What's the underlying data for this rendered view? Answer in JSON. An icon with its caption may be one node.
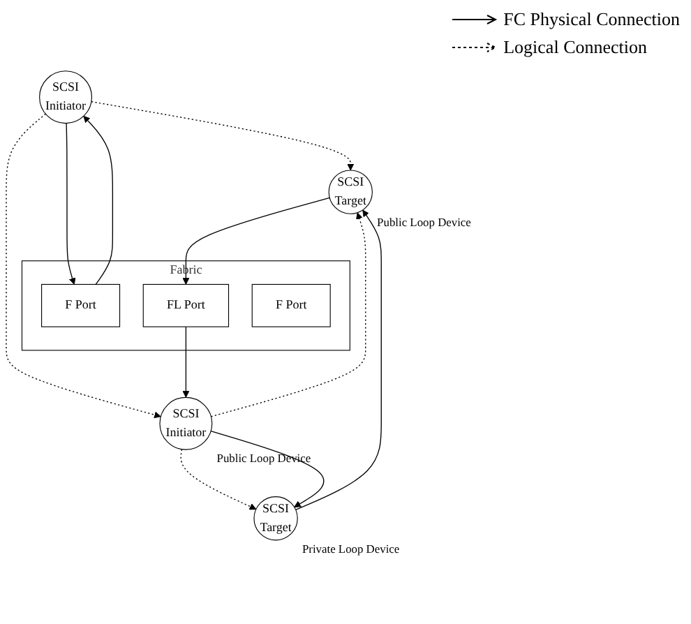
{
  "diagram": {
    "nodes": [
      {
        "text": [
          "SCSI Initiator"
        ]
      },
      {
        "text": [
          "Fabric"
        ]
      },
      {
        "text": [
          "F Port"
        ],
        "in": 1
      },
      {
        "text": [
          "FL Port"
        ],
        "in": 1
      },
      {
        "text": [
          "F Port"
        ],
        "in": 1
      },
      {
        "text": [
          "SCSI Target"
        ],
        "beside": [
          "Public Loop Device"
        ]
      },
      {
        "text": [
          "SCSI Target"
        ],
        "beside": [
          "Private Loop Device"
        ]
      },
      {
        "text": [
          "SCSI Initiator"
        ],
        "beside": [
          "Public Loop Device"
        ]
      }
    ],
    "edges": [
      {
        "from": 0,
        "to": 2,
        "arrow": "to"
      },
      {
        "from": 2,
        "to": 0,
        "arrow": "to"
      },
      {
        "from": 0,
        "to": 5,
        "arrow": "to",
        "style": "dashed"
      },
      {
        "from": 0,
        "to": 7,
        "arrow": "to",
        "style": "dashed"
      },
      {
        "from": 5,
        "to": 3,
        "arrow": "to"
      },
      {
        "from": 3,
        "to": 7,
        "arrow": "to"
      },
      {
        "from": 7,
        "to": 5,
        "arrow": "to",
        "style": "dashed"
      },
      {
        "from": 7,
        "to": 6,
        "arrow": "to",
        "style": "dashed"
      },
      {
        "from": 7,
        "to": 6,
        "arrow": "to"
      },
      {
        "from": 6,
        "to": 5,
        "arrow": "to"
      }
    ],
    "legend": [
      {
        "text": "FC Physical Connection"
      },
      {
        "text": "Logical Connection"
      }
    ]
  }
}
